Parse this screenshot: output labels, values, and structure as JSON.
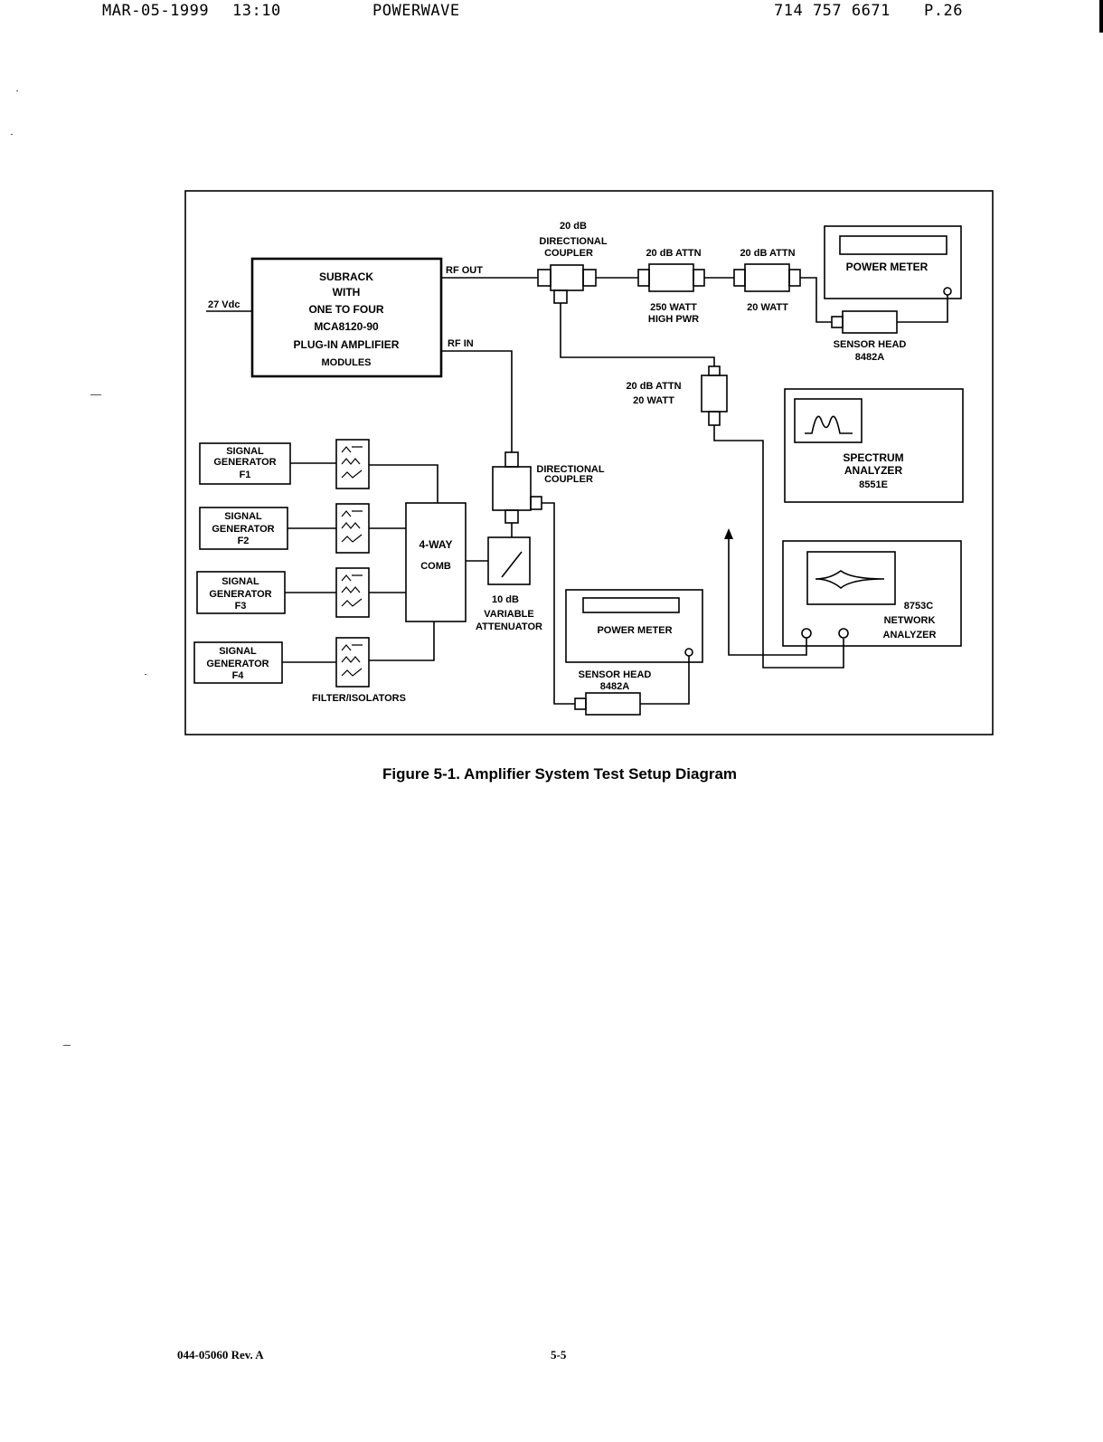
{
  "fax_header": {
    "date": "MAR-05-1999",
    "time": "13:10",
    "sender": "POWERWAVE",
    "phone": "714 757 6671",
    "page": "P.26"
  },
  "diagram": {
    "subrack": [
      "SUBRACK",
      "WITH",
      "ONE TO FOUR",
      "MCA8120-90",
      "PLUG-IN AMPLIFIER",
      "MODULES"
    ],
    "dc_input": "27 Vdc",
    "rf_out": "RF OUT",
    "rf_in": "RF IN",
    "coupler_20db": [
      "20 dB",
      "DIRECTIONAL",
      "COUPLER"
    ],
    "attn1_top": "20 dB ATTN",
    "attn1_bottom": [
      "250 WATT",
      "HIGH PWR"
    ],
    "attn2_top": "20 dB ATTN",
    "attn2_bottom": "20 WATT",
    "power_meter_top": "POWER METER",
    "sensor_head_top": [
      "SENSOR HEAD",
      "8482A"
    ],
    "attn3": [
      "20 dB ATTN",
      "20 WATT"
    ],
    "spectrum_analyzer": [
      "SPECTRUM",
      "ANALYZER",
      "8551E"
    ],
    "signal_generators": [
      [
        "SIGNAL",
        "GENERATOR",
        "F1"
      ],
      [
        "SIGNAL",
        "GENERATOR",
        "F2"
      ],
      [
        "SIGNAL",
        "GENERATOR",
        "F3"
      ],
      [
        "SIGNAL",
        "GENERATOR",
        "F4"
      ]
    ],
    "filters_label": "FILTER/ISOLATORS",
    "combiner": [
      "4-WAY",
      "COMB"
    ],
    "coupler_lower": [
      "DIRECTIONAL",
      "COUPLER"
    ],
    "variable_attenuator": [
      "10 dB",
      "VARIABLE",
      "ATTENUATOR"
    ],
    "power_meter_bottom": "POWER METER",
    "sensor_head_bottom": [
      "SENSOR HEAD",
      "8482A"
    ],
    "network_analyzer": [
      "8753C",
      "NETWORK",
      "ANALYZER"
    ]
  },
  "caption": "Figure 5-1. Amplifier System Test Setup Diagram",
  "footer": {
    "doc_number": "044-05060 Rev. A",
    "page_number": "5-5"
  }
}
